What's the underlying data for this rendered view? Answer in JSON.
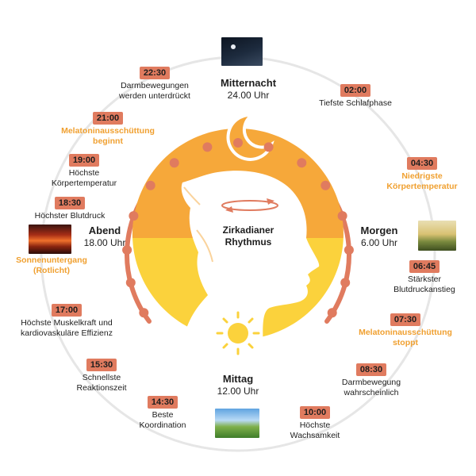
{
  "center_title": "Zirkadianer\nRhythmus",
  "phases": {
    "midnight": {
      "name": "Mitternacht",
      "time": "24.00 Uhr"
    },
    "morning": {
      "name": "Morgen",
      "time": "6.00 Uhr"
    },
    "noon": {
      "name": "Mittag",
      "time": "12.00 Uhr"
    },
    "evening": {
      "name": "Abend",
      "time": "18.00 Uhr"
    }
  },
  "events": [
    {
      "time": "02:00",
      "text": "Tiefste Schlafphase",
      "highlight": false
    },
    {
      "time": "04:30",
      "text": "Niedrigste\nKörpertemperatur",
      "highlight": true
    },
    {
      "time": "06:45",
      "text": "Stärkster\nBlutdruckanstieg",
      "highlight": false
    },
    {
      "time": "07:30",
      "text": "Melatoninausschüttung\nstoppt",
      "highlight": true
    },
    {
      "time": "08:30",
      "text": "Darmbewegung\nwahrscheinlich",
      "highlight": false
    },
    {
      "time": "10:00",
      "text": "Höchste\nWachsamkeit",
      "highlight": false
    },
    {
      "time": "14:30",
      "text": "Beste\nKoordination",
      "highlight": false
    },
    {
      "time": "15:30",
      "text": "Schnellste\nReaktionszeit",
      "highlight": false
    },
    {
      "time": "17:00",
      "text": "Höchste Muskelkraft und\nkardiovaskuläre Effizienz",
      "highlight": false
    },
    {
      "time": "18:30",
      "text": "Höchster Blutdruck",
      "highlight": false
    },
    {
      "time": "19:00",
      "text": "Höchste\nKörpertemperatur",
      "highlight": false
    },
    {
      "time": "21:00",
      "text": "Melatoninausschüttung\nbeginnt",
      "highlight": true
    },
    {
      "time": "22:30",
      "text": "Darmbewegungen\nwerden unterdrückt",
      "highlight": false
    }
  ],
  "sunset_note": "Sonnenuntergang\n(Rotlicht)",
  "colors": {
    "badge": "#e07b5f",
    "highlight_text": "#f0a030",
    "night_fill": "#f6a83a",
    "day_fill": "#fbd23c",
    "arc": "#e07b5f",
    "ring": "#e6e6e6"
  }
}
